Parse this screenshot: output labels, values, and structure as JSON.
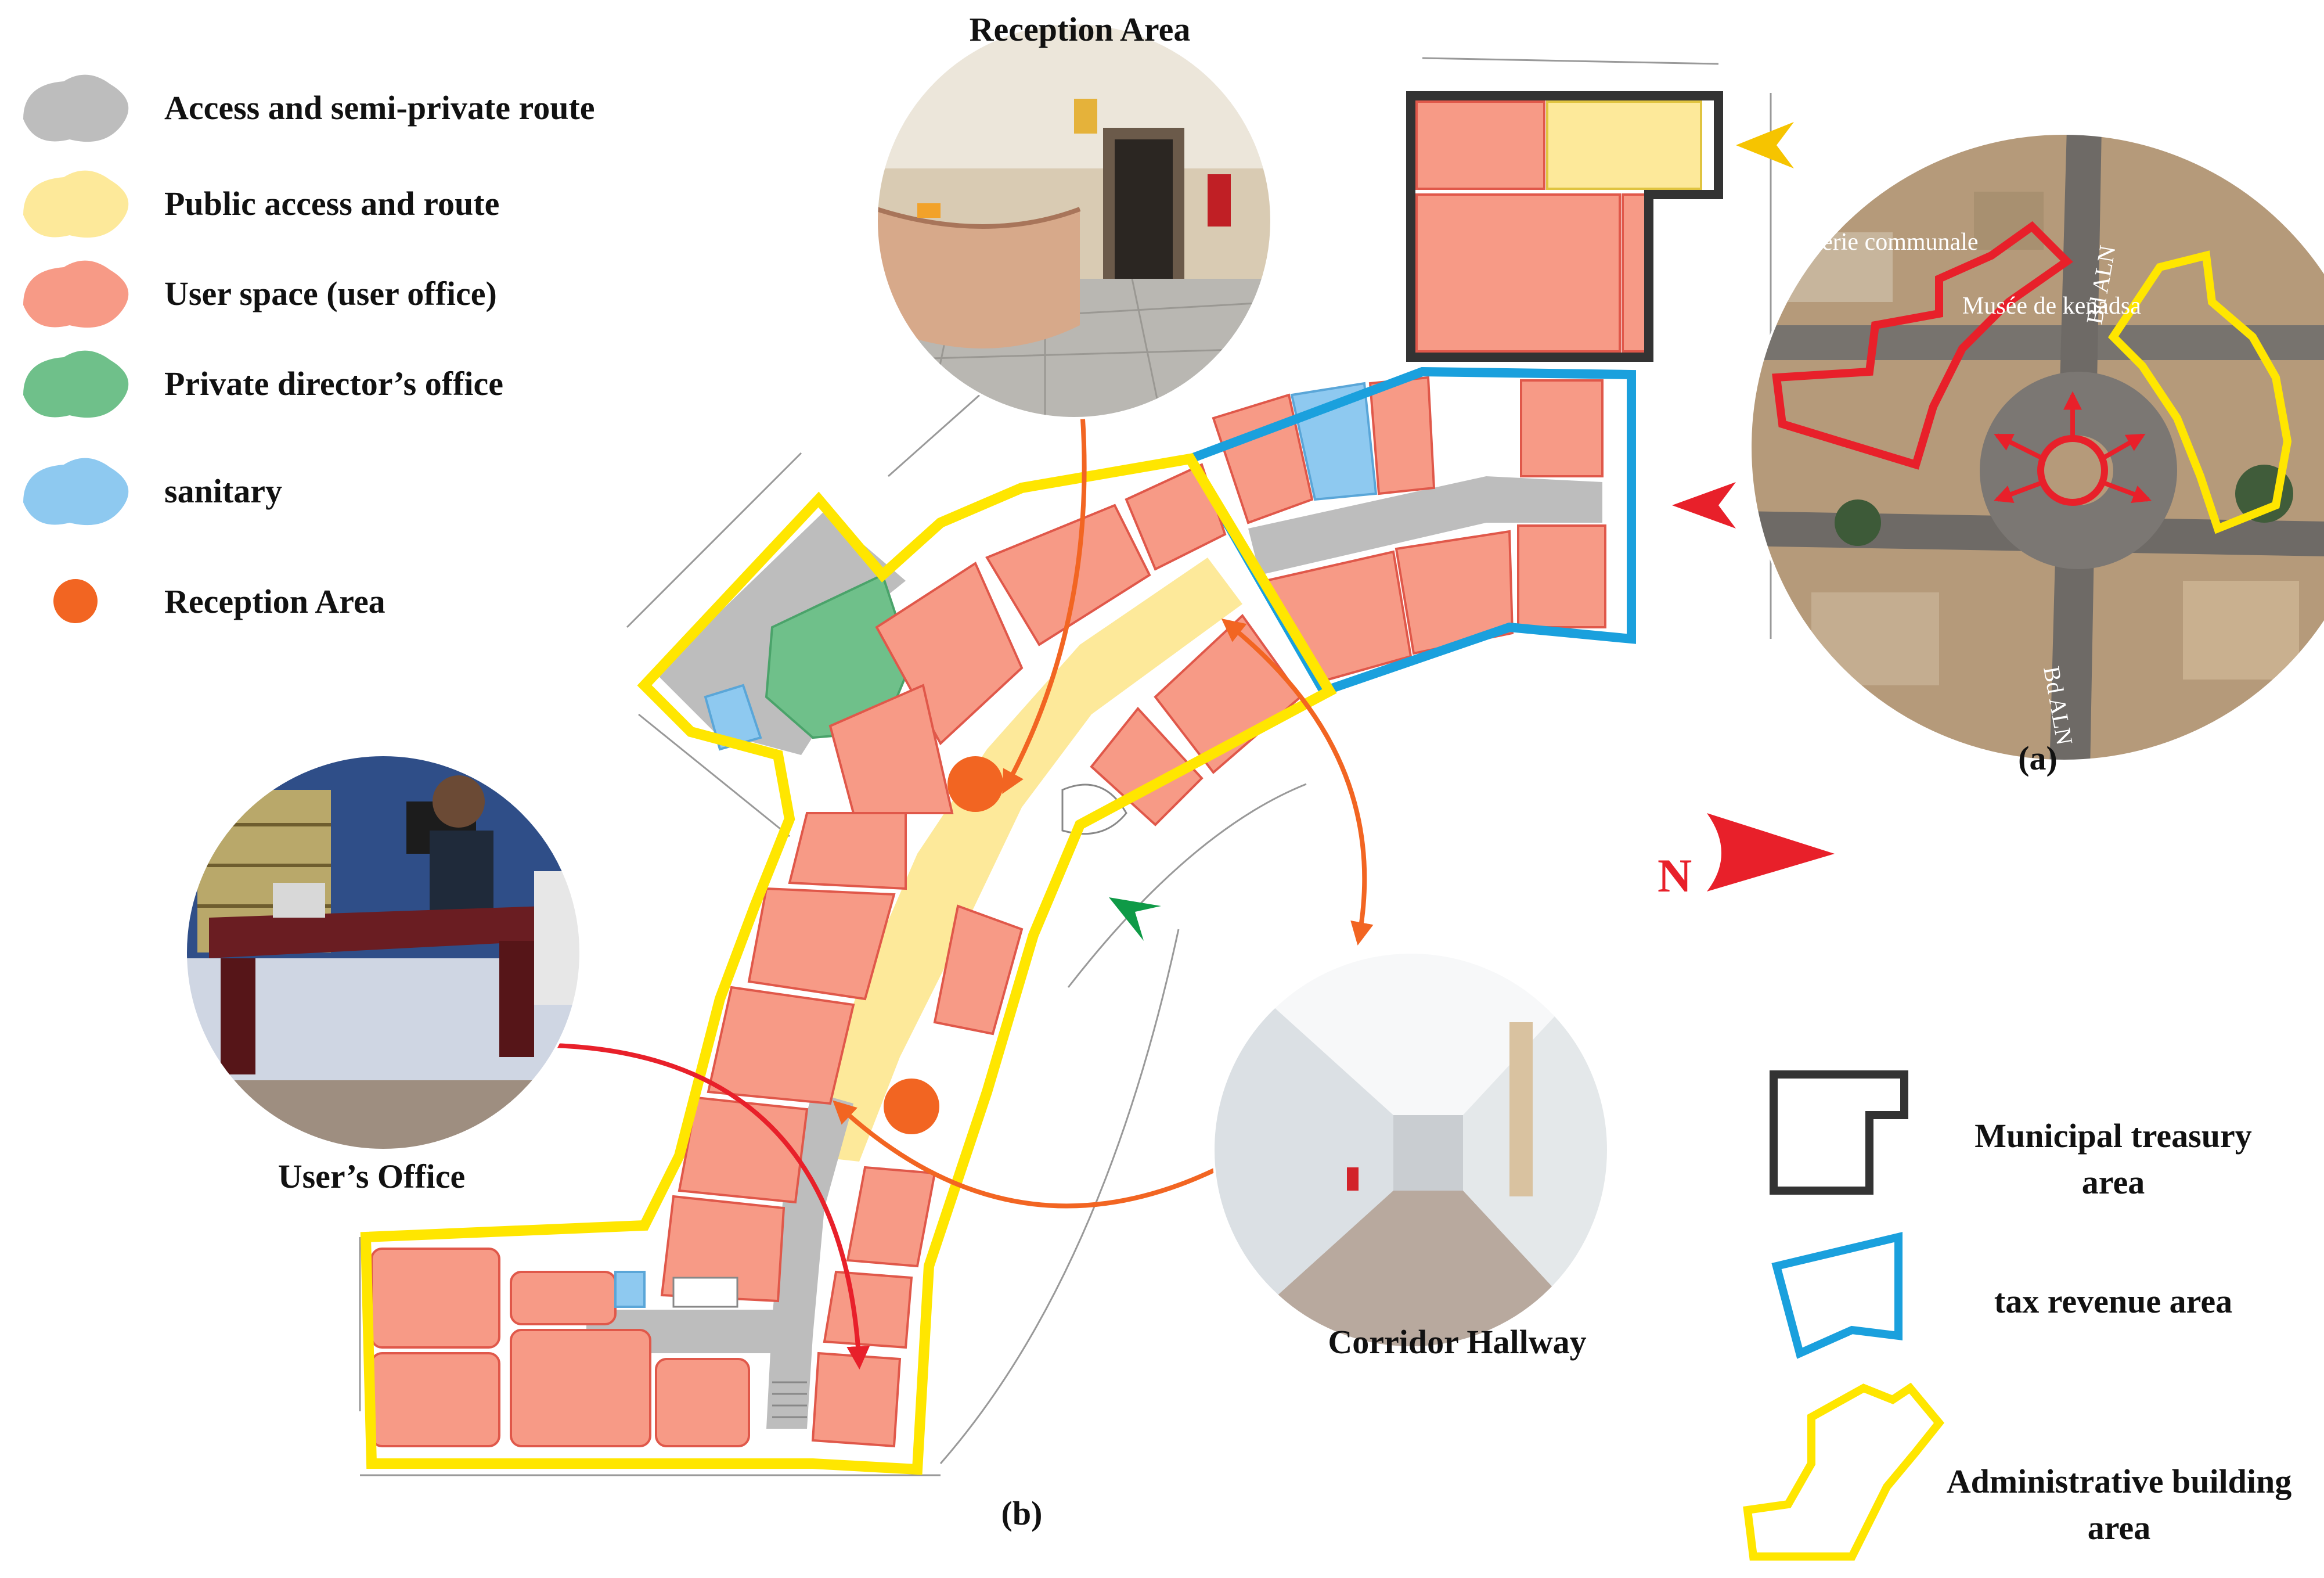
{
  "legend_left": {
    "items": [
      {
        "label": "Access and semi-private route",
        "color": "#bdbdbd",
        "shape": "blob"
      },
      {
        "label": "Public access and route",
        "color": "#fde99a",
        "shape": "blob"
      },
      {
        "label": "User space (user office)",
        "color": "#f79a86",
        "shape": "blob"
      },
      {
        "label": "Private director’s office",
        "color": "#6fc08a",
        "shape": "blob"
      },
      {
        "label": "sanitary",
        "color": "#8ec9f0",
        "shape": "blob"
      },
      {
        "label": "Reception Area",
        "color": "#f26522",
        "shape": "dot"
      }
    ]
  },
  "legend_right": {
    "items": [
      {
        "label_line1": "Municipal treasury",
        "label_line2": "area",
        "color": "#333333"
      },
      {
        "label_line1": "tax revenue area",
        "label_line2": "",
        "color": "#1aa0dd"
      },
      {
        "label_line1": "Administrative building",
        "label_line2": "area",
        "color": "#ffe600"
      }
    ]
  },
  "photos": {
    "reception": {
      "caption": "Reception Area"
    },
    "users_office": {
      "caption": "User’s Office"
    },
    "corridor": {
      "caption": "Corridor Hallway"
    }
  },
  "panels": {
    "a": "(a)",
    "b": "(b)"
  },
  "north": {
    "label": "N"
  },
  "map": {
    "label_treasury": "Tresorerie communale",
    "label_museum": "Musée de kenadsa",
    "road_1": "Bd ALN",
    "road_2": "Bd ALN"
  },
  "colors": {
    "grey_route": "#bdbdbd",
    "public_route": "#fde99a",
    "user_space": "#f79a86",
    "director": "#6fc08a",
    "sanitary": "#8ec9f0",
    "reception": "#f26522",
    "treasury_outline": "#333333",
    "tax_outline": "#1aa0dd",
    "admin_outline": "#ffe600",
    "arrow_red": "#e8202a",
    "arrow_orange": "#f26522",
    "arrow_green": "#0f9a47"
  }
}
